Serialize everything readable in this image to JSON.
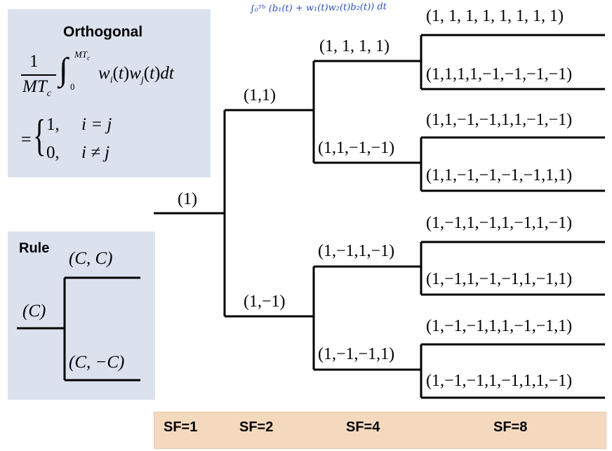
{
  "orthogonal": {
    "title": "Orthogonal",
    "frac_num": "1",
    "frac_den": "MT",
    "frac_den_sub": "c",
    "integral_upper": "MT",
    "integral_upper_sub": "c",
    "integral_lower": "0",
    "integrand": "w<sub>i</sub>(t)w<sub>j</sub>(t)dt",
    "equals": "=",
    "case1_value": "1,",
    "case1_cond": "i = j",
    "case2_value": "0,",
    "case2_cond": "i ≠ j"
  },
  "rule": {
    "title": "Rule",
    "input": "(C)",
    "upper": "(C,   C)",
    "lower": "(C, −C)"
  },
  "annotation": "∫₀ᵀᵇ (b₁(t) + w₁(t)w₂(t)b₂(t)) dt",
  "tree": {
    "root": "(1)",
    "sf2": [
      "(1,1)",
      "(1,−1)"
    ],
    "sf4": [
      "(1,  1,  1,  1)",
      "(1,1,−1,−1)",
      "(1,−1,1,−1)",
      "(1,−1,−1,1)"
    ],
    "sf8": [
      "(1,  1,  1,  1,  1,  1,  1,  1)",
      "(1,1,1,1,−1,−1,−1,−1)",
      "(1,1,−1,−1,1,1,−1,−1)",
      "(1,1,−1,−1,−1,−1,1,1)",
      "(1,−1,1,−1,1,−1,1,−1)",
      "(1,−1,1,−1,−1,1,−1,1)",
      "(1,−1,−1,1,1,−1,−1,1)",
      "(1,−1,−1,1,−1,1,1,−1)"
    ]
  },
  "sf_labels": [
    "SF=1",
    "SF=2",
    "SF=4",
    "SF=8"
  ]
}
